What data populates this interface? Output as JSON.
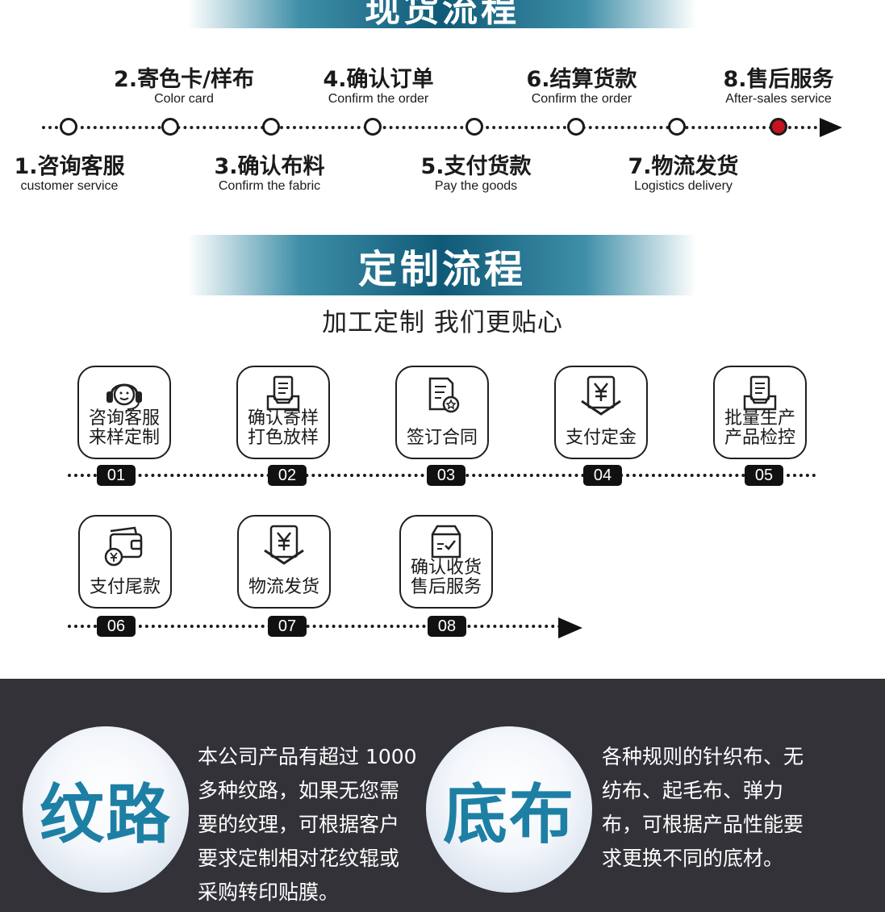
{
  "spot_flow": {
    "title": "现货流程",
    "steps": [
      {
        "cn": "1.咨询客服",
        "en": "customer service"
      },
      {
        "cn": "2.寄色卡/样布",
        "en": "Color card"
      },
      {
        "cn": "3.确认布料",
        "en": "Confirm the fabric"
      },
      {
        "cn": "4.确认订单",
        "en": "Confirm the order"
      },
      {
        "cn": "5.支付货款",
        "en": "Pay the goods"
      },
      {
        "cn": "6.结算货款",
        "en": "Confirm the order"
      },
      {
        "cn": "7.物流发货",
        "en": "Logistics delivery"
      },
      {
        "cn": "8.售后服务",
        "en": "After-sales service"
      }
    ]
  },
  "custom_flow": {
    "title": "定制流程",
    "subtitle": "加工定制 我们更贴心",
    "steps": [
      {
        "num": "01",
        "label": "咨询客服\n来样定制",
        "icon": "headset-icon"
      },
      {
        "num": "02",
        "label": "确认寄样\n打色放样",
        "icon": "document-tray-icon"
      },
      {
        "num": "03",
        "label": "签订合同",
        "icon": "contract-icon"
      },
      {
        "num": "04",
        "label": "支付定金",
        "icon": "yen-shield-icon"
      },
      {
        "num": "05",
        "label": "批量生产\n产品检控",
        "icon": "document-tray-icon"
      },
      {
        "num": "06",
        "label": "支付尾款",
        "icon": "wallet-icon"
      },
      {
        "num": "07",
        "label": "物流发货",
        "icon": "yen-shield-icon"
      },
      {
        "num": "08",
        "label": "确认收货\n售后服务",
        "icon": "box-check-icon"
      }
    ]
  },
  "features": [
    {
      "title": "纹路",
      "text": "本公司产品有超过 1000\n多种纹路，如果无您需\n要的纹理，可根据客户\n要求定制相对花纹辊或\n采购转印贴膜。"
    },
    {
      "title": "底布",
      "text": "各种规则的针织布、无\n纺布、起毛布、弹力\n布，可根据产品性能要\n求更换不同的底材。"
    }
  ],
  "colors": {
    "accent": "#1e7fa5",
    "banner": "#0f5a78",
    "active_dot": "#c5141f",
    "dark_bg": "#333238"
  }
}
